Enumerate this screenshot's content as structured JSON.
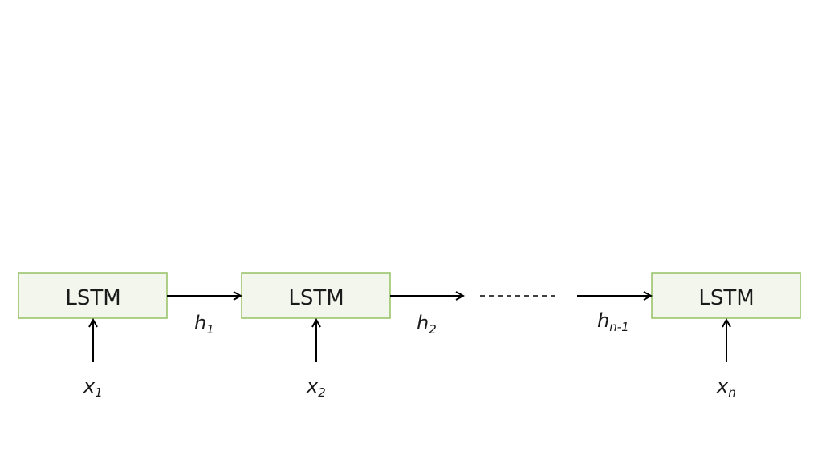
{
  "cells": [
    {
      "label": "LSTM",
      "input": {
        "base": "x",
        "sub": "1"
      }
    },
    {
      "label": "LSTM",
      "input": {
        "base": "x",
        "sub": "2"
      }
    },
    {
      "label": "LSTM",
      "input": {
        "base": "x",
        "sub": "n"
      }
    }
  ],
  "hidden": [
    {
      "base": "h",
      "sub": "1"
    },
    {
      "base": "h",
      "sub": "2"
    },
    {
      "base": "h",
      "sub": "n-1"
    }
  ]
}
